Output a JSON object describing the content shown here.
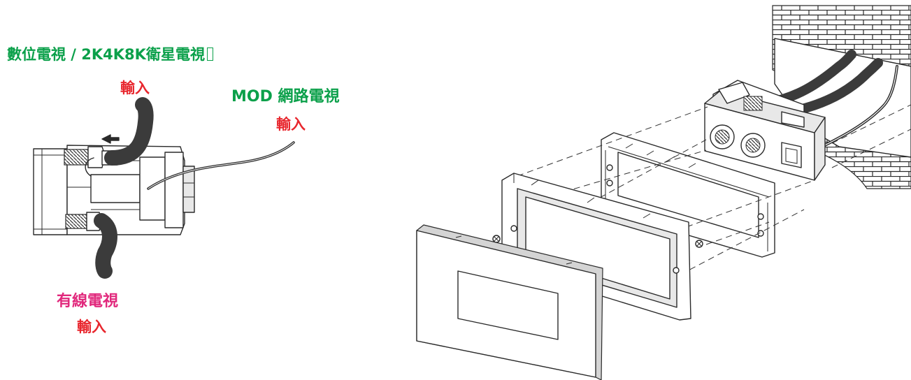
{
  "labels": {
    "digital_tv_title": "數位電視 / 2K4K8K衛星電視",
    "digital_tv_input": "輸入",
    "mod_title": "MOD 網路電視",
    "mod_input": "輸入",
    "cable_tv_title": "有線電視",
    "cable_tv_input": "輸入"
  },
  "colors": {
    "green": "#0ba04a",
    "red": "#e8262d",
    "pink": "#e1287c"
  }
}
